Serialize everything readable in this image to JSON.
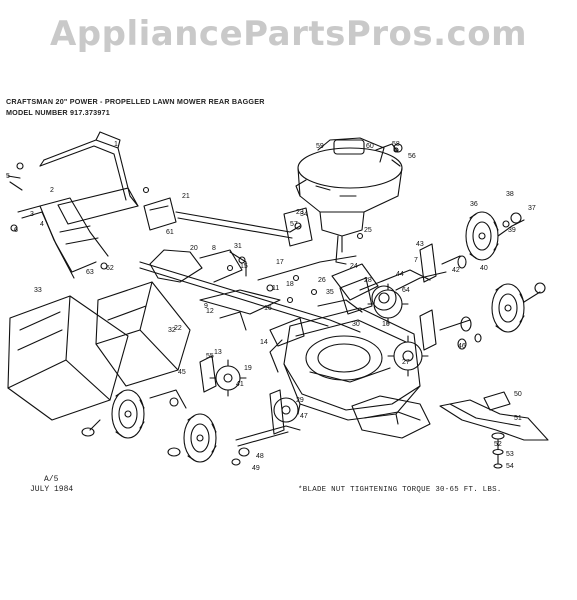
{
  "watermark": "AppliancePartsPros.com",
  "header": {
    "title": "CRAFTSMAN 20\" POWER - PROPELLED LAWN MOWER REAR BAGGER",
    "model": "MODEL NUMBER 917.373971"
  },
  "footer": {
    "revision": "A/5",
    "date": "JULY 1984",
    "note": "*BLADE NUT TIGHTENING TORQUE 30-65 FT. LBS."
  },
  "callouts": [
    "1",
    "2",
    "3",
    "4",
    "5",
    "6",
    "7",
    "8",
    "9",
    "10",
    "11",
    "12",
    "13",
    "14",
    "15",
    "16",
    "17",
    "18",
    "19",
    "20",
    "21",
    "22",
    "23",
    "24",
    "25",
    "26",
    "27",
    "28",
    "29",
    "30",
    "31",
    "32",
    "33",
    "34",
    "35",
    "36",
    "37",
    "38",
    "39",
    "40",
    "41",
    "42",
    "43",
    "44",
    "45",
    "46",
    "47",
    "48",
    "49",
    "50",
    "51",
    "52",
    "53",
    "54",
    "55",
    "56",
    "57",
    "58",
    "59",
    "60",
    "61",
    "62",
    "63",
    "64"
  ],
  "colors": {
    "ink": "#111111",
    "watermark": "#c9c9c9",
    "paper": "#ffffff"
  }
}
